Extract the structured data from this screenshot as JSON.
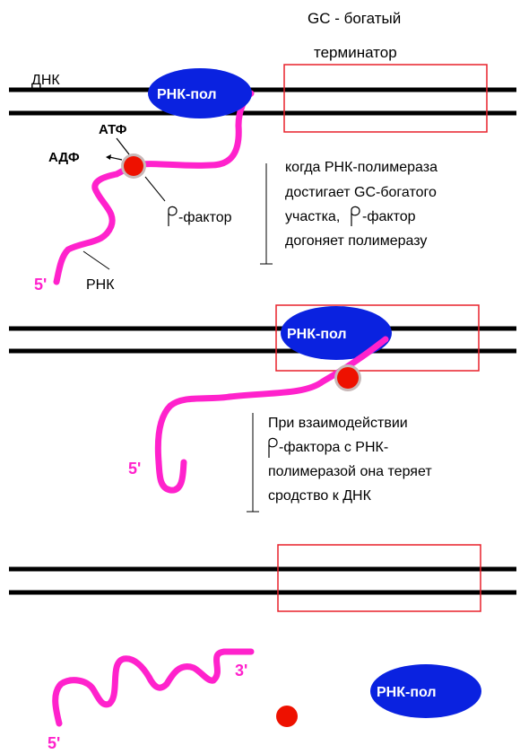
{
  "colors": {
    "dna": "#000000",
    "rnap": "#0a22e0",
    "rna": "#ff22cc",
    "rho": "#ee1100",
    "terminator_box": "#e8202a",
    "arrow": "#000000"
  },
  "labels": {
    "terminator_line1": "GC - богатый",
    "terminator_line2": "терминатор",
    "dna": "ДНК",
    "rnap": "РНК-пол",
    "atp": "АТФ",
    "adp": "АДФ",
    "rho_factor": "-фактор",
    "rna": "РНК",
    "five_prime": "5'",
    "three_prime": "3'"
  },
  "notes": {
    "step1": [
      "когда РНК-полимераза",
      "достигает GC-богатого",
      "участка,",
      "-фактор",
      "догоняет полимеразу"
    ],
    "step2": [
      "При взаимодействии",
      "-фактора с РНК-",
      "полимеразой она теряет",
      "сродство к ДНК"
    ]
  },
  "icons": {
    "rho_symbol": "rho-glyph-icon",
    "down_arrow": "down-arrow-icon"
  }
}
